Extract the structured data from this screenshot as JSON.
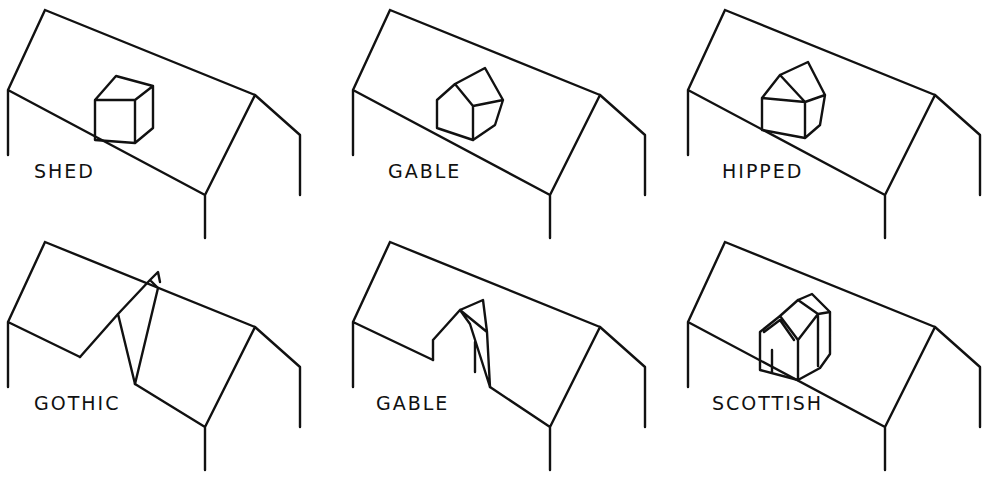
{
  "diagram": {
    "labels": [
      "SHED",
      "GABLE",
      "HIPPED",
      "GOTHIC",
      "GABLE",
      "SCOTTISH"
    ]
  }
}
